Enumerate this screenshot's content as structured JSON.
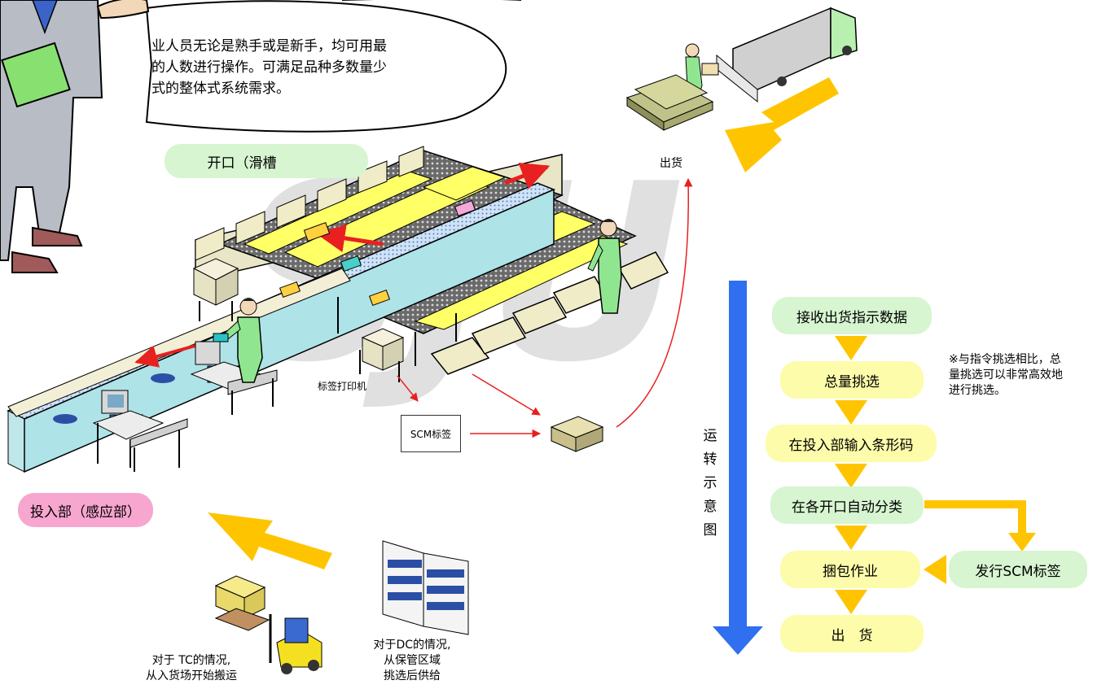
{
  "watermark": "SJU",
  "speech_bubble": {
    "lines": [
      "业人员无论是熟手或是新手，均可用最",
      "的人数进行操作。可满足品种多数量少",
      "式的整体式系统需求。"
    ]
  },
  "labels": {
    "chute": "开口（滑槽",
    "input_section": "投入部（感应部）",
    "shipping": "出货",
    "label_printer": "标签打印机",
    "scm_label": "SCM标签"
  },
  "captions": {
    "tc": [
      "对于 TC的情况,",
      "从入货场开始搬运"
    ],
    "dc": [
      "对于DC的情况,",
      "从保管区域",
      "挑选后供给"
    ]
  },
  "flow": {
    "axis_label": "运转示意图",
    "axis_chars": [
      "运",
      "转",
      "示",
      "意",
      "图"
    ],
    "steps": [
      "接收出货指示数据",
      "总量挑选",
      "在投入部输入条形码",
      "在各开口自动分类",
      "捆包作业",
      "出　货"
    ],
    "side_step": "发行SCM标签",
    "note": [
      "※与指令挑选相比，总",
      "量挑选可以非常高效地",
      "进行挑选。"
    ]
  },
  "colors": {
    "flow_arrow": "#ffc400",
    "axis_arrow": "#2f6ff0",
    "pill_green": "#d6f5d0",
    "pill_yellow": "#fdfcaa",
    "pill_pink": "#f7a6cf",
    "sorter_yellow": "#ffff66",
    "accent_red": "#e8201f"
  }
}
